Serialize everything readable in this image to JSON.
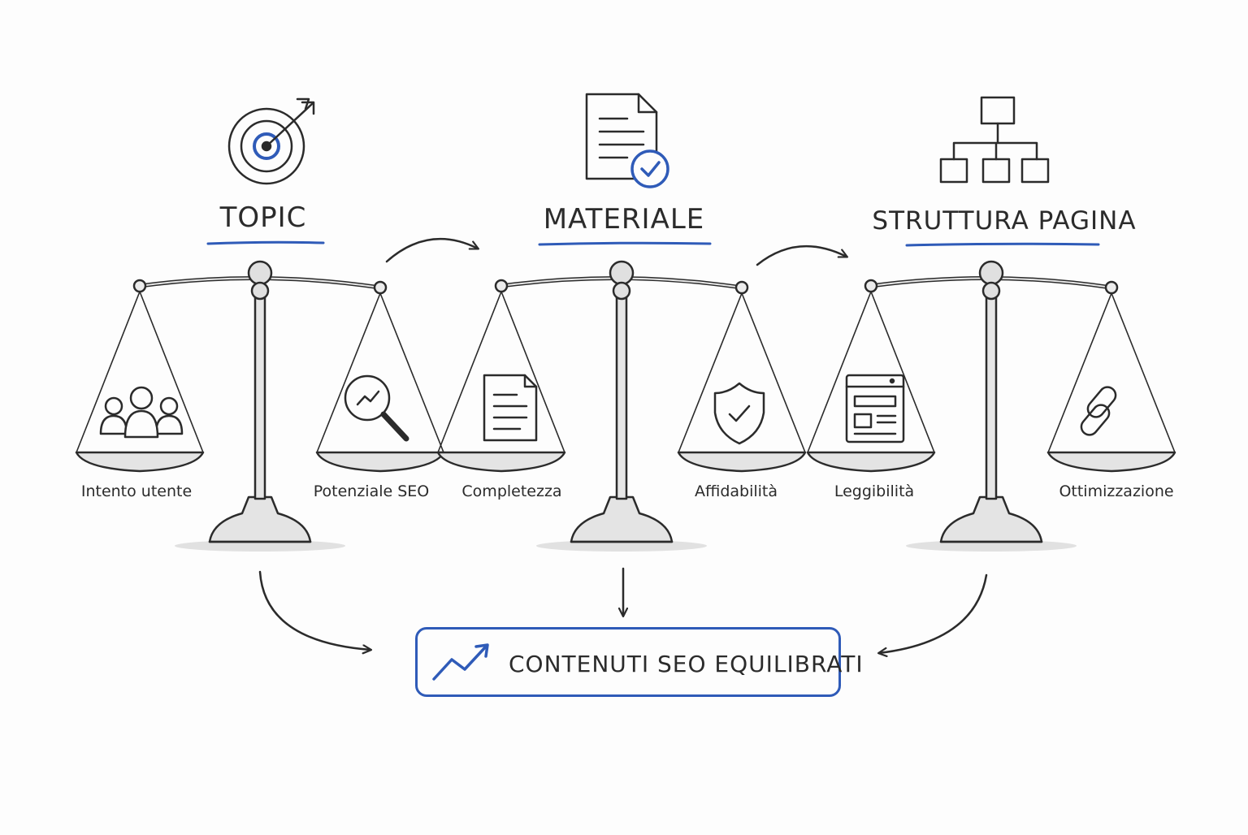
{
  "colors": {
    "ink": "#2b2b2b",
    "accent": "#2f5bb8",
    "metal": "#d9d9d9"
  },
  "stages": [
    {
      "title": "TOPIC",
      "icon": "target-icon",
      "left": {
        "label": "Intento utente",
        "icon": "users-icon"
      },
      "right": {
        "label": "Potenziale SEO",
        "icon": "magnifier-chart-icon"
      }
    },
    {
      "title": "MATERIALE",
      "icon": "document-check-icon",
      "left": {
        "label": "Completezza",
        "icon": "document-icon"
      },
      "right": {
        "label": "Affidabilità",
        "icon": "shield-check-icon"
      }
    },
    {
      "title": "STRUTTURA PAGINA",
      "icon": "hierarchy-icon",
      "left": {
        "label": "Leggibilità",
        "icon": "webpage-layout-icon"
      },
      "right": {
        "label": "Ottimizzazione",
        "icon": "chain-link-icon"
      }
    }
  ],
  "result": {
    "label": "CONTENUTI SEO EQUILIBRATI",
    "icon": "trend-up-icon"
  }
}
